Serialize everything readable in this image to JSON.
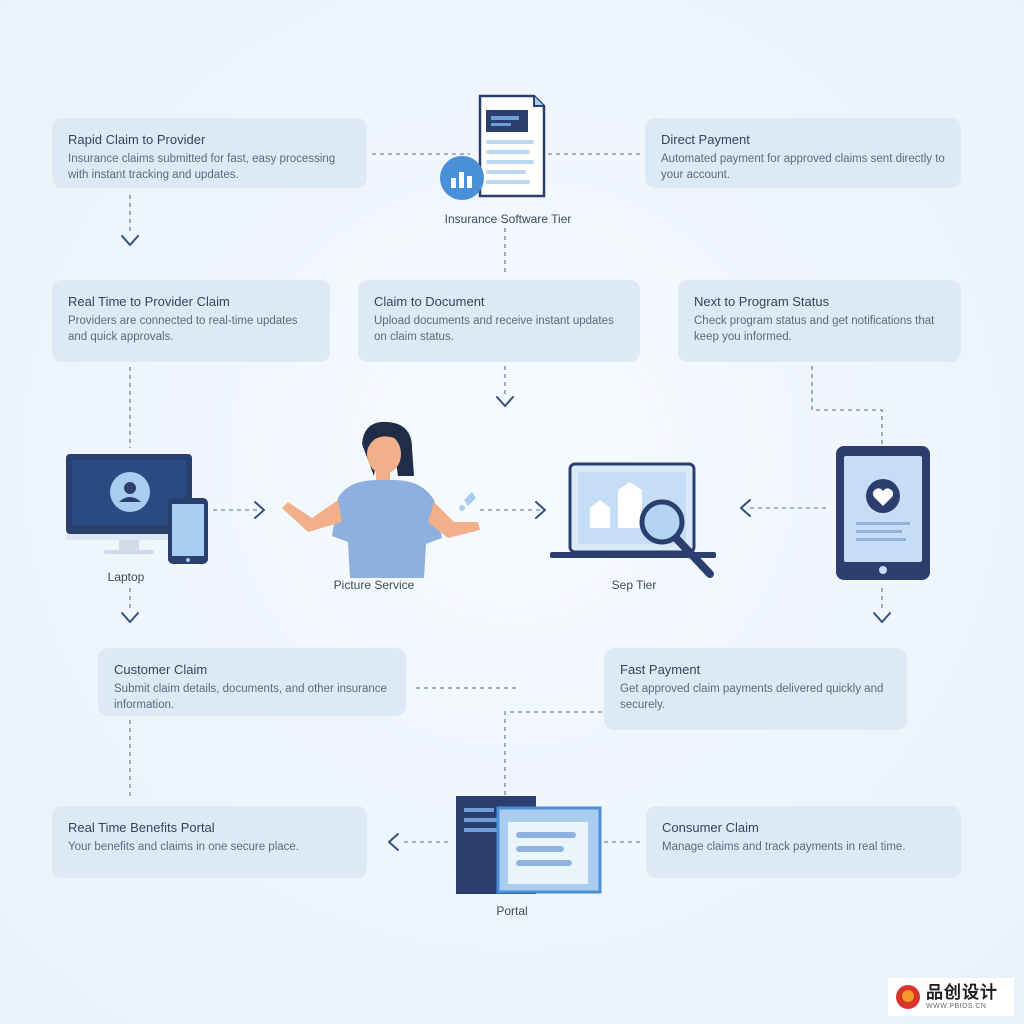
{
  "cards": {
    "c1": {
      "title": "Rapid Claim to Provider",
      "body": "Insurance claims submitted for fast, easy processing with instant tracking and updates."
    },
    "c2": {
      "title": "Direct Payment",
      "body": "Automated payment for approved claims sent directly to your account."
    },
    "c3": {
      "title": "Real Time to Provider Claim",
      "body": "Providers are connected to real-time updates and quick approvals."
    },
    "c4": {
      "title": "Claim to Document",
      "body": "Upload documents and receive instant updates on claim status."
    },
    "c5": {
      "title": "Next to Program Status",
      "body": "Check program status and get notifications that keep you informed."
    },
    "c6": {
      "title": "Customer Claim",
      "body": "Submit claim details, documents, and other insurance information."
    },
    "c7": {
      "title": "Fast Payment",
      "body": "Get approved claim payments delivered quickly and securely."
    },
    "c8": {
      "title": "Real Time Benefits Portal",
      "body": "Your benefits and claims in one secure place."
    },
    "c9": {
      "title": "Consumer Claim",
      "body": "Manage claims and track payments in real time."
    }
  },
  "labels": {
    "insurance": "Insurance Software Tier",
    "laptop_device": "Laptop",
    "person": "Picture Service",
    "analytics": "Sep Tier",
    "portal": "Portal"
  },
  "icons": {
    "document": "document-icon",
    "chart_badge": "bar-chart-icon",
    "desktop": "desktop-monitor-icon",
    "user": "user-icon",
    "phone": "smartphone-icon",
    "person": "person-icon",
    "laptop": "laptop-icon",
    "magnifier": "magnifier-icon",
    "tablet": "tablet-icon",
    "heart_shield": "heart-shield-icon",
    "portal": "portal-windows-icon"
  },
  "colors": {
    "background": "#eef5fb",
    "card": "#dde9f5",
    "navy": "#2a3f6e",
    "light_blue": "#a9cdf1",
    "accent": "#4a90d9",
    "connector": "#8a9ab0"
  },
  "watermark": {
    "brand": "品创设计",
    "site": "WWW.PBIDS.CN"
  }
}
